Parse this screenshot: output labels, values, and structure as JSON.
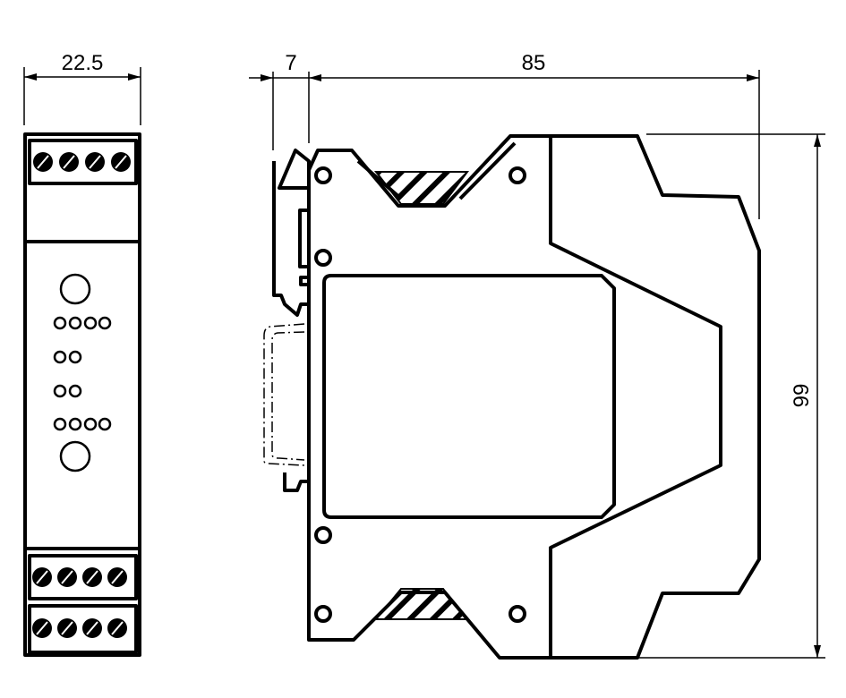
{
  "drawing": {
    "dimensions": {
      "front_width": "22.5",
      "clip_depth": "7",
      "body_depth": "85",
      "height": "99"
    },
    "colors": {
      "line": "#000000",
      "background": "#ffffff"
    }
  }
}
